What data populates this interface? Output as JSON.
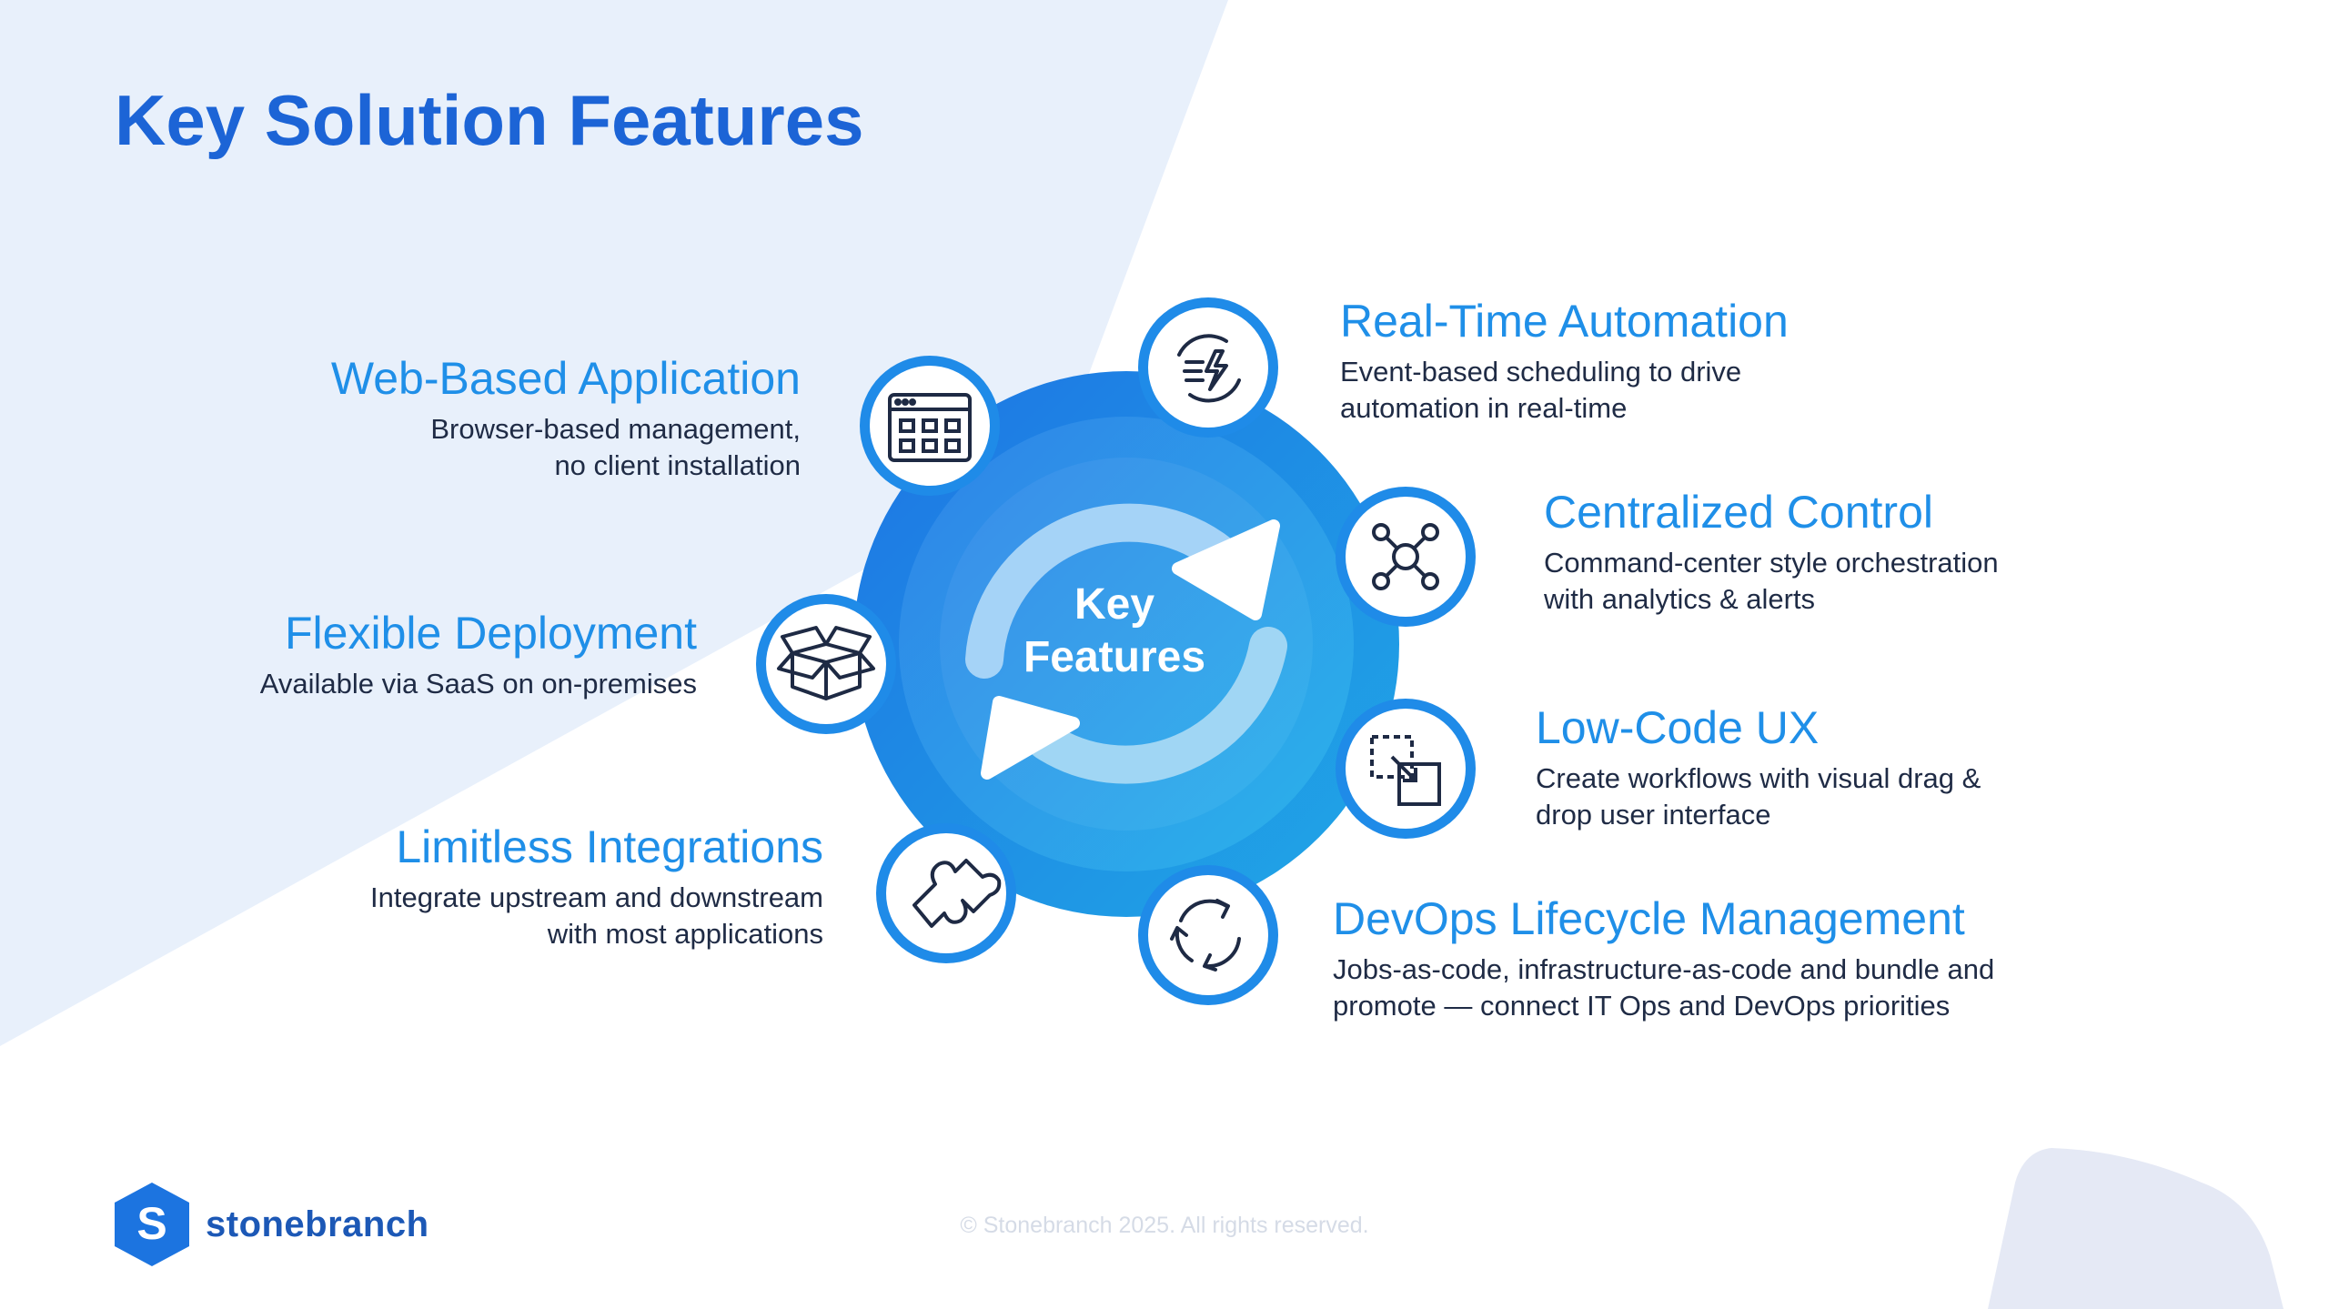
{
  "title": "Key Solution Features",
  "center": {
    "line1": "Key",
    "line2": "Features"
  },
  "features": {
    "web": {
      "title": "Web-Based Application",
      "line1": "Browser-based management,",
      "line2": "no client installation",
      "icon": "browser-window-icon"
    },
    "flexible": {
      "title": "Flexible Deployment",
      "line1": "Available via SaaS on on-premises",
      "icon": "open-box-icon"
    },
    "integrations": {
      "title": "Limitless Integrations",
      "line1": "Integrate upstream and downstream",
      "line2": "with most applications",
      "icon": "puzzle-piece-icon"
    },
    "realtime": {
      "title": "Real-Time Automation",
      "line1": "Event-based scheduling to drive",
      "line2": "automation in real-time",
      "icon": "lightning-cycle-icon"
    },
    "centralized": {
      "title": "Centralized Control",
      "line1": "Command-center style orchestration",
      "line2": "with analytics & alerts",
      "icon": "hub-network-icon"
    },
    "lowcode": {
      "title": "Low-Code UX",
      "line1": "Create workflows with visual drag &",
      "line2": "drop user interface",
      "icon": "drag-drop-icon"
    },
    "devops": {
      "title": "DevOps Lifecycle Management",
      "line1": "Jobs-as-code, infrastructure-as-code and bundle and",
      "line2": "promote — connect IT Ops and DevOps priorities",
      "icon": "recycle-arrows-icon"
    }
  },
  "footer": {
    "copyright": "© Stonebranch 2025. All rights reserved."
  },
  "logo": {
    "letter": "S",
    "name": "stonebranch"
  },
  "colors": {
    "title": "#1c64d6",
    "heading": "#1f8fe8",
    "body": "#1f2b45",
    "background_tint": "#e8f0fb",
    "logo": "#1c58b6"
  }
}
